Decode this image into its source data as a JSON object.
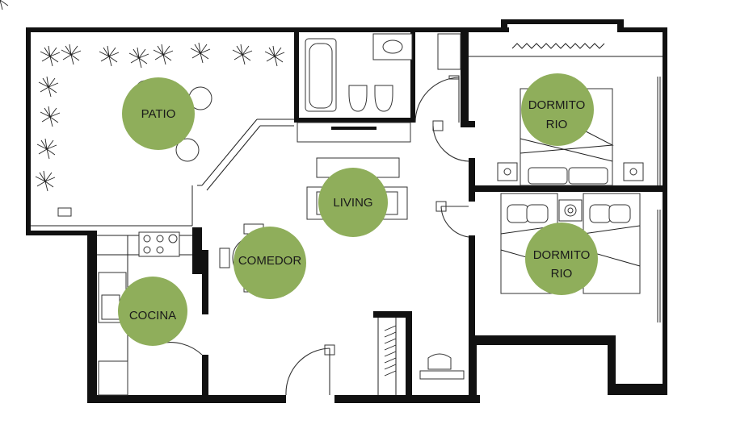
{
  "floor_plan": {
    "rooms": [
      {
        "id": "patio",
        "lines": [
          "PATIO"
        ]
      },
      {
        "id": "living",
        "lines": [
          "LIVING"
        ]
      },
      {
        "id": "comedor",
        "lines": [
          "COMEDOR"
        ]
      },
      {
        "id": "cocina",
        "lines": [
          "COCINA"
        ]
      },
      {
        "id": "dormitorio-1",
        "lines": [
          "DORMITO",
          "RIO"
        ]
      },
      {
        "id": "dormitorio-2",
        "lines": [
          "DORMITO",
          "RIO"
        ]
      }
    ],
    "colors": {
      "room_marker": "#8fae5b",
      "walls": "#111111"
    }
  }
}
